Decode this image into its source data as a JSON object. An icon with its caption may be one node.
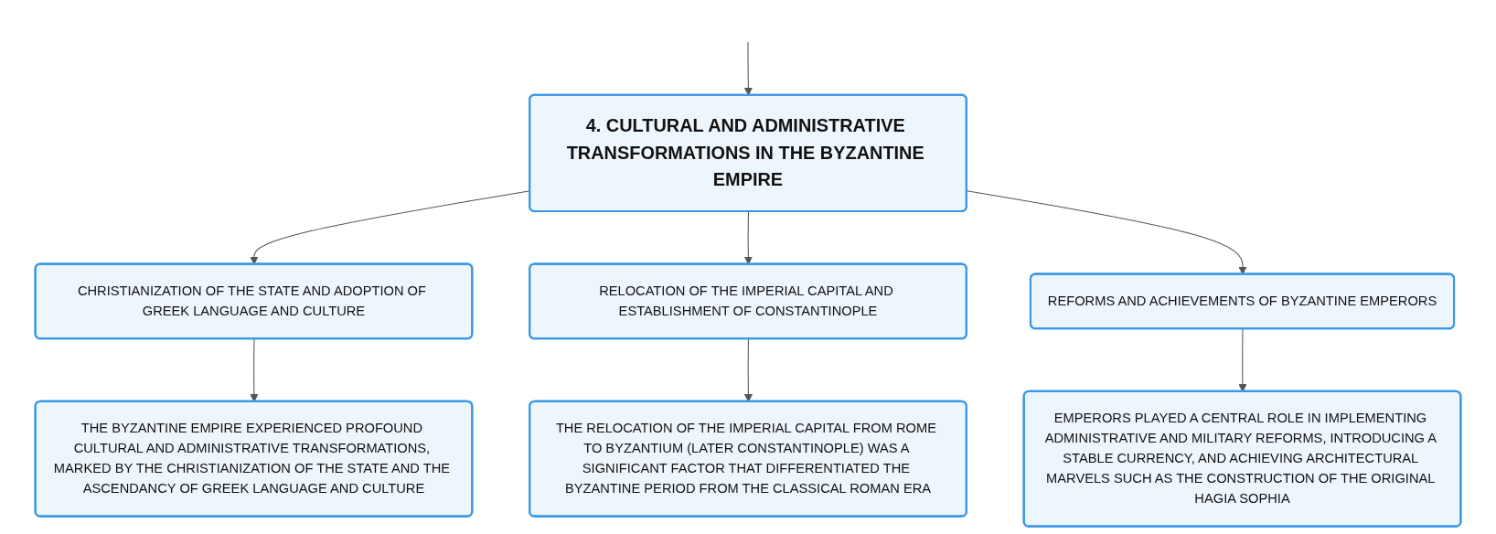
{
  "diagram": {
    "nodes": [
      {
        "text": [
          "4. CULTURAL AND ADMINISTRATIVE TRANSFORMATIONS IN THE BYZANTINE EMPIRE"
        ]
      },
      {
        "text": [
          "CHRISTIANIZATION OF THE STATE AND ADOPTION OF GREEK LANGUAGE AND CULTURE"
        ]
      },
      {
        "text": [
          "RELOCATION OF THE IMPERIAL CAPITAL AND ESTABLISHMENT OF CONSTANTINOPLE"
        ]
      },
      {
        "text": [
          "REFORMS AND ACHIEVEMENTS OF BYZANTINE EMPERORS"
        ]
      },
      {
        "text": [
          "THE BYZANTINE EMPIRE EXPERIENCED PROFOUND CULTURAL AND ADMINISTRATIVE TRANSFORMATIONS, MARKED BY THE CHRISTIANIZATION OF THE STATE AND THE ASCENDANCY OF GREEK LANGUAGE AND CULTURE"
        ]
      },
      {
        "text": [
          "THE RELOCATION OF THE IMPERIAL CAPITAL FROM ROME TO BYZANTIUM (LATER CONSTANTINOPLE) WAS A SIGNIFICANT FACTOR THAT DIFFERENTIATED THE BYZANTINE PERIOD FROM THE CLASSICAL ROMAN ERA"
        ]
      },
      {
        "text": [
          "EMPERORS PLAYED A CENTRAL ROLE IN IMPLEMENTING ADMINISTRATIVE AND MILITARY REFORMS, INTRODUCING A STABLE CURRENCY, AND ACHIEVING ARCHITECTURAL MARVELS SUCH AS THE CONSTRUCTION OF THE ORIGINAL HAGIA SOPHIA"
        ]
      }
    ],
    "edges": [
      {
        "from": null,
        "to": 0,
        "arrow": "to"
      },
      {
        "from": 0,
        "to": 1,
        "arrow": "to"
      },
      {
        "from": 0,
        "to": 2,
        "arrow": "to"
      },
      {
        "from": 0,
        "to": 3,
        "arrow": "to"
      },
      {
        "from": 1,
        "to": 4,
        "arrow": "to"
      },
      {
        "from": 2,
        "to": 5,
        "arrow": "to"
      },
      {
        "from": 3,
        "to": 6,
        "arrow": "to"
      }
    ]
  }
}
